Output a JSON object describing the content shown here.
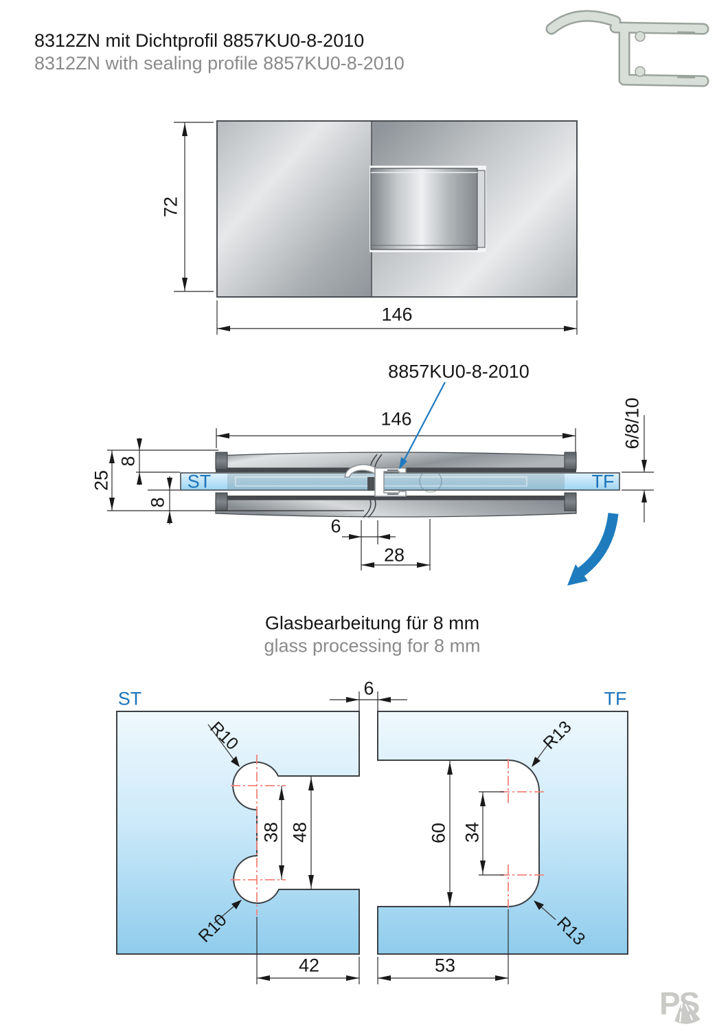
{
  "header": {
    "title_de": "8312ZN mit Dichtprofil 8857KU0-8-2010",
    "title_en": "8312ZN with sealing profile 8857KU0-8-2010"
  },
  "top_view": {
    "height": "72",
    "width": "146"
  },
  "section_view": {
    "profile_label": "8857KU0-8-2010",
    "width": "146",
    "glass_thickness": "6/8/10",
    "total_height": "25",
    "offset_top": "8",
    "offset_bottom": "8",
    "gap": "6",
    "profile_width": "28",
    "glass_left_label": "ST",
    "glass_right_label": "TF"
  },
  "processing": {
    "title_de": "Glasbearbeitung für 8 mm",
    "title_en": "glass processing for 8 mm",
    "gap": "6",
    "left_label": "ST",
    "right_label": "TF",
    "left_panel": {
      "radius_top": "R10",
      "radius_bottom": "R10",
      "centers_span": "38",
      "cutout_span": "48",
      "width": "42"
    },
    "right_panel": {
      "radius_top": "R13",
      "radius_bottom": "R13",
      "cutout_span": "60",
      "centers_span": "34",
      "width": "53"
    }
  },
  "logo_text": "PS",
  "colors": {
    "accent_blue": "#1b74bb",
    "glass_blue": "#aadcf5",
    "centerline_red": "#f2827a",
    "metal_gray": "#b3b8bc"
  }
}
